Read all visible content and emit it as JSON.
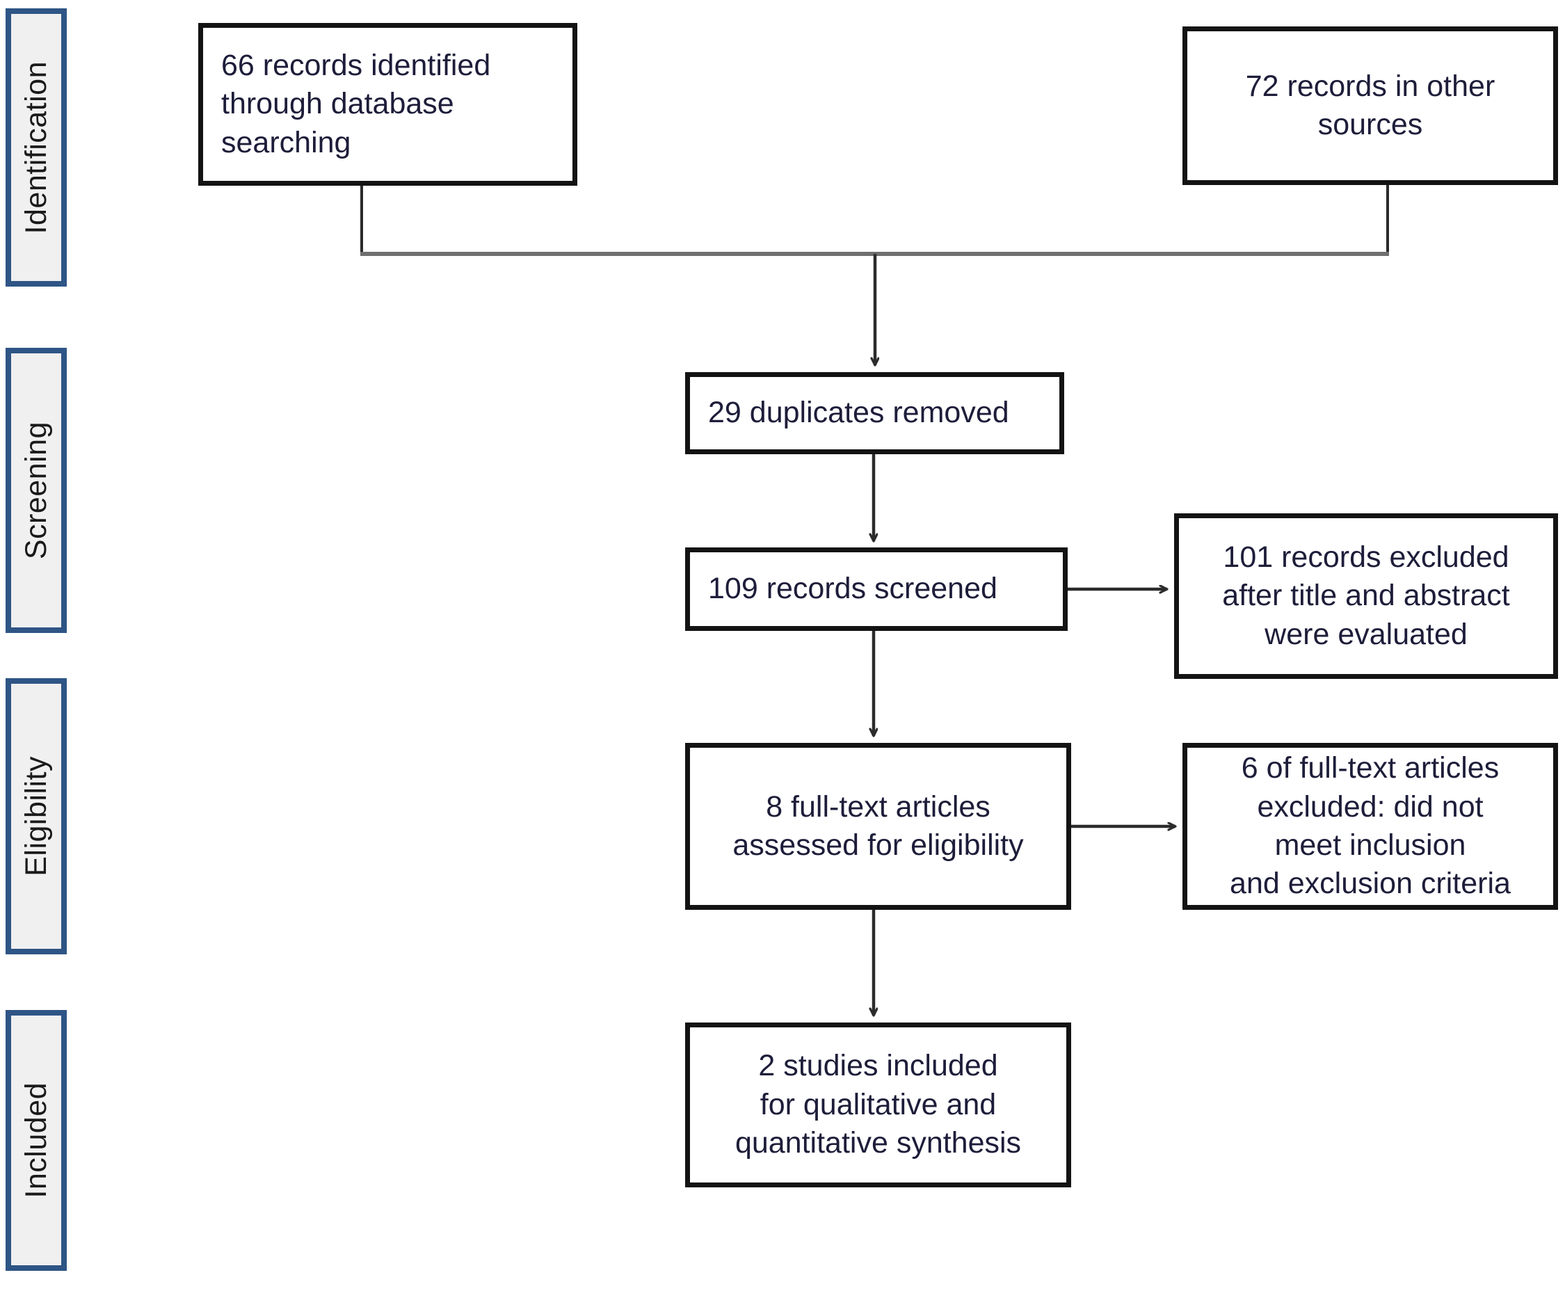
{
  "diagram": {
    "type": "prisma-flow-diagram",
    "title": "PRISMA study selection flow diagram",
    "accent_color": "#2e5585",
    "box_border_color": "#131313",
    "text_color": "#1d1d3a",
    "stage_fill_color": "#f0f0f0"
  },
  "stages": [
    {
      "id": "identification",
      "label": "Identification"
    },
    {
      "id": "screening",
      "label": "Screening"
    },
    {
      "id": "eligibility",
      "label": "Eligibility"
    },
    {
      "id": "included",
      "label": "Included"
    }
  ],
  "nodes": {
    "db_search": {
      "text": "66 records identified\nthrough database\nsearching",
      "count": 66
    },
    "other_sources": {
      "text": "72 records in other\nsources",
      "count": 72
    },
    "duplicates": {
      "text": "29 duplicates removed",
      "count": 29
    },
    "screened": {
      "text": "109 records screened",
      "count": 109
    },
    "excluded_title": {
      "text": "101 records excluded\nafter title and abstract\nwere evaluated",
      "count": 101
    },
    "fulltext": {
      "text": "8 full-text articles\nassessed for eligibility",
      "count": 8
    },
    "excluded_full": {
      "text": "6 of full-text articles\nexcluded: did not\nmeet inclusion\nand exclusion criteria",
      "count": 6
    },
    "included": {
      "text": "2 studies included\nfor qualitative and\nquantitative synthesis",
      "count": 2
    }
  },
  "chart_data": {
    "type": "diagram",
    "title": "PRISMA flow of study selection",
    "flow": [
      {
        "from": "db_search",
        "to": "duplicates",
        "label": ""
      },
      {
        "from": "other_sources",
        "to": "duplicates",
        "label": ""
      },
      {
        "from": "duplicates",
        "to": "screened",
        "label": ""
      },
      {
        "from": "screened",
        "to": "excluded_title",
        "label": ""
      },
      {
        "from": "screened",
        "to": "fulltext",
        "label": ""
      },
      {
        "from": "fulltext",
        "to": "excluded_full",
        "label": ""
      },
      {
        "from": "fulltext",
        "to": "included",
        "label": ""
      }
    ],
    "values": {
      "records_from_databases": 66,
      "records_from_other_sources": 72,
      "duplicates_removed": 29,
      "records_screened": 109,
      "records_excluded_title_abstract": 101,
      "full_text_assessed": 8,
      "full_text_excluded": 6,
      "studies_included": 2
    }
  }
}
